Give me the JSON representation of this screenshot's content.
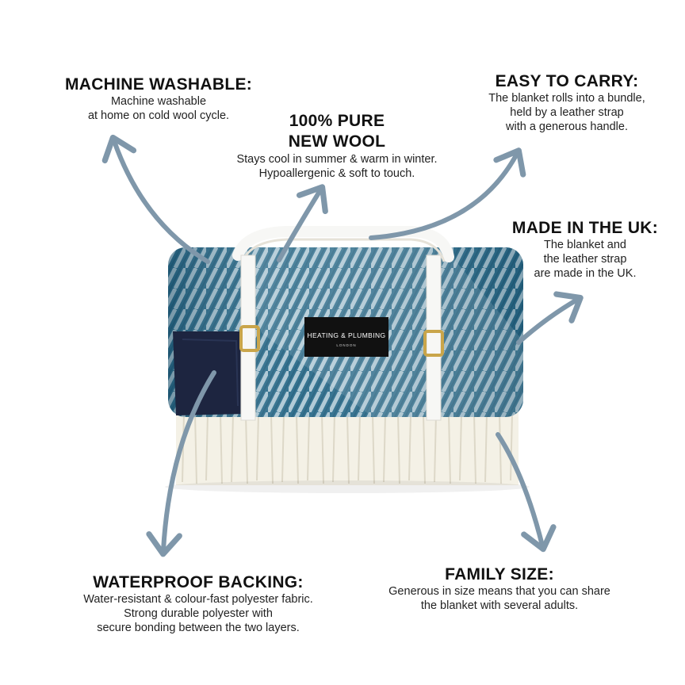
{
  "features": {
    "machine_washable": {
      "title": "MACHINE WASHABLE:",
      "lines": [
        "Machine washable",
        "at home on cold wool cycle."
      ]
    },
    "pure_wool": {
      "title_lines": [
        "100% PURE",
        "NEW WOOL"
      ],
      "lines": [
        "Stays cool in summer & warm in winter.",
        "Hypoallergenic & soft to touch."
      ]
    },
    "easy_to_carry": {
      "title": "EASY TO CARRY:",
      "lines": [
        "The blanket rolls into a bundle,",
        "held by a leather strap",
        "with a generous handle."
      ]
    },
    "made_in_uk": {
      "title": "MADE IN THE UK:",
      "lines": [
        "The blanket and",
        "the leather strap",
        "are made in the UK."
      ]
    },
    "waterproof_backing": {
      "title": "WATERPROOF BACKING:",
      "lines": [
        "Water-resistant & colour-fast polyester fabric.",
        "Strong durable polyester with",
        "secure bonding between the two layers."
      ]
    },
    "family_size": {
      "title": "FAMILY SIZE:",
      "lines": [
        "Generous in size means that you can share",
        "the blanket with several adults."
      ]
    }
  },
  "product": {
    "label_brand": "HEATING & PLUMBING",
    "label_city": "LONDON",
    "colors": {
      "blanket_dark": "#1f5f7e",
      "blanket_light": "#d9e6ec",
      "fringe": "#f4f1e6",
      "backing": "#1d2540",
      "strap": "#f7f7f5",
      "buckle": "#c9a54a",
      "arrow": "#7f97aa"
    }
  }
}
